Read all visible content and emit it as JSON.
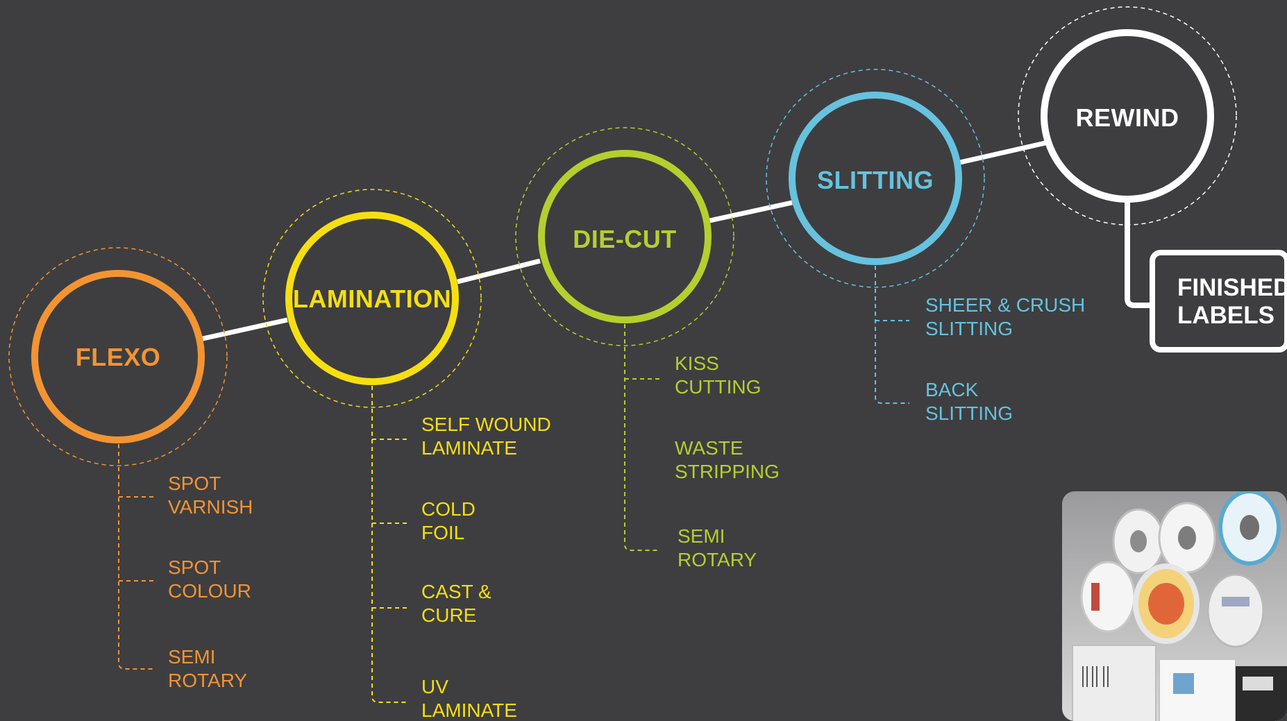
{
  "colors": {
    "background": "#3e3e40",
    "flexo": "#f39433",
    "lamination": "#f5df12",
    "diecut": "#b5cf2e",
    "slitting": "#66c2de",
    "rewind": "#ffffff"
  },
  "stages": {
    "flexo": {
      "title": "FLEXO",
      "items": [
        [
          "SPOT",
          "VARNISH"
        ],
        [
          "SPOT",
          "COLOUR"
        ],
        [
          "SEMI",
          "ROTARY"
        ]
      ]
    },
    "lamination": {
      "title": "LAMINATION",
      "items": [
        [
          "SELF WOUND",
          "LAMINATE"
        ],
        [
          "COLD",
          "FOIL"
        ],
        [
          "CAST &",
          "CURE"
        ],
        [
          "UV",
          "LAMINATE"
        ]
      ]
    },
    "diecut": {
      "title": "DIE-CUT",
      "items": [
        [
          "KISS",
          "CUTTING"
        ],
        [
          "WASTE",
          "STRIPPING"
        ],
        [
          "SEMI",
          "ROTARY"
        ]
      ]
    },
    "slitting": {
      "title": "SLITTING",
      "items": [
        [
          "SHEER & CRUSH",
          "SLITTING"
        ],
        [
          "BACK",
          "SLITTING"
        ]
      ]
    },
    "rewind": {
      "title": "REWIND"
    }
  },
  "finished": {
    "line1": "FINISHED",
    "line2": "LABELS"
  },
  "photo": {
    "icon": "label-rolls-photo"
  }
}
